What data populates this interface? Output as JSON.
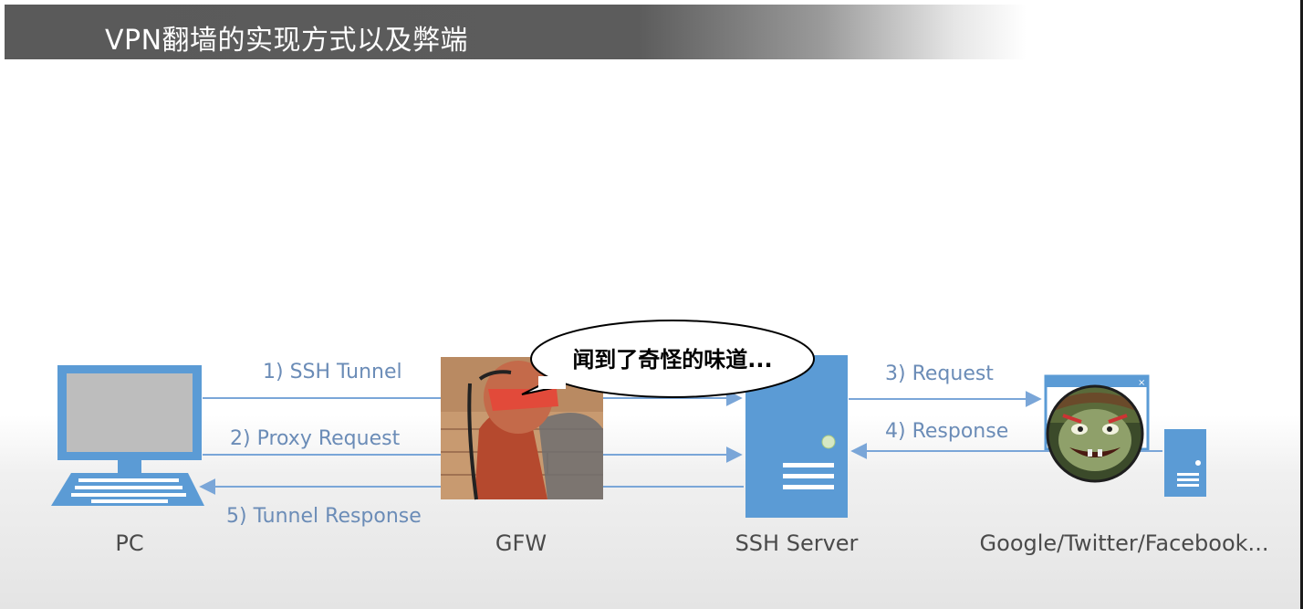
{
  "slide": {
    "title": "VPN翻墙的实现方式以及弊端"
  },
  "nodes": {
    "pc": "PC",
    "gfw": "GFW",
    "ssh_server": "SSH Server",
    "sites": "Google/Twitter/Facebook..."
  },
  "flows": {
    "ssh_tunnel": "1) SSH Tunnel",
    "proxy_request": "2) Proxy Request",
    "request": "3) Request",
    "response": "4) Response",
    "tunnel_response": "5) Tunnel Response"
  },
  "speech_bubble": "闻到了奇怪的味道...",
  "colors": {
    "device_blue": "#5b9bd5",
    "arrow_blue": "#7aa6d8",
    "label_blue": "#6b8cb7"
  }
}
